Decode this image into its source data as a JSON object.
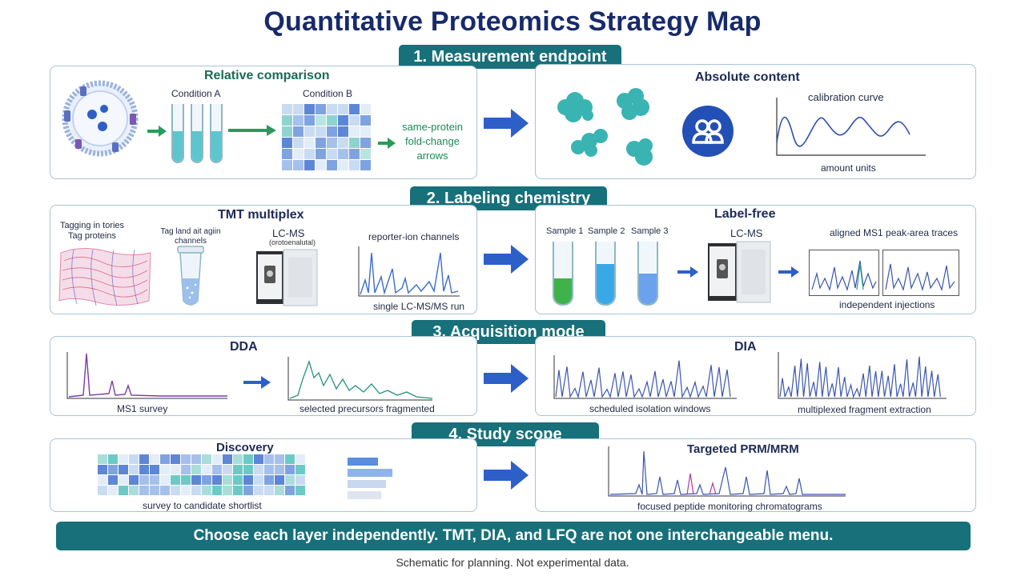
{
  "title": "Quantitative Proteomics Strategy Map",
  "sections": {
    "s1": "1.  Measurement endpoint",
    "s2": "2.  Labeling chemistry",
    "s3": "3.  Acquisition mode",
    "s4": "4.  Study scope"
  },
  "s1": {
    "left_header": "Relative comparison",
    "condA": "Condition A",
    "condB": "Condition B",
    "foldchange": [
      "same-protein",
      "fold-change",
      "arrows"
    ],
    "right_header": "Absolute content",
    "calib": "calibration curve",
    "amount": "amount units"
  },
  "s2": {
    "left_header": "TMT multiplex",
    "tagging": [
      "Tagging in tories",
      "Tag proteins"
    ],
    "tagland": [
      "Tag land ait agiin",
      "channels"
    ],
    "lcms": "LC-MS",
    "lcms_sub": "(orotoenalutal)",
    "reporter": "reporter-ion channels",
    "single_run": "single LC-MS/MS run",
    "right_header": "Label-free",
    "sample1": "Sample 1",
    "sample2": "Sample 2",
    "sample3": "Sample 3",
    "lcms2": "LC-MS",
    "aligned": "aligned MS1 peak-area traces",
    "independent": "independent injections"
  },
  "s3": {
    "dda": "DDA",
    "ms1": "MS1 survey",
    "selected": "selected precursors fragmented",
    "dia": "DIA",
    "scheduled": "scheduled isolation windows",
    "multiplexed": "multiplexed fragment extraction"
  },
  "s4": {
    "discovery": "Discovery",
    "survey": "survey to candidate shortlist",
    "targeted": "Targeted PRM/MRM",
    "focused": "focused peptide monitoring chromatograms"
  },
  "footer": "Choose each layer independently. TMT, DIA, and LFQ are not one interchangeable menu.",
  "caption": "Schematic for planning. Not experimental data.",
  "colors": {
    "teal": "#17707a",
    "navy": "#172a6b",
    "arrow_blue": "#2d5fc9",
    "green_arrow": "#2a9a5a",
    "trace_blue": "#3a55b0",
    "trace_purple": "#7b3aa8",
    "trace_teal": "#2a8f7c"
  },
  "icons": [
    "cell-icon",
    "test-tube-icon",
    "heatmap-icon",
    "protein-blob-icon",
    "users-icon",
    "mass-spectrometer-icon",
    "spectrum-trace-icon",
    "bar-list-icon"
  ]
}
